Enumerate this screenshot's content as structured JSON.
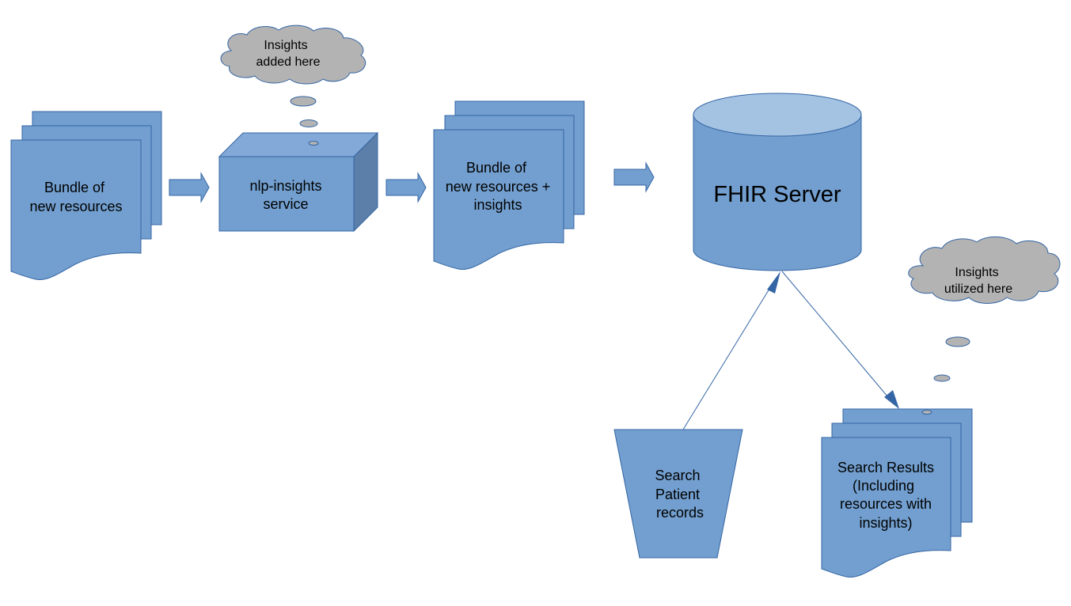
{
  "colors": {
    "shape_fill": "#729fcf",
    "shape_stroke": "#3465a4",
    "box_top": "#83a9d8",
    "box_side": "#5b7fa8",
    "cylinder_top": "#a4c3e3",
    "cloud_fill": "#b3b3b3",
    "cloud_stroke": "#3465a4",
    "connector": "#3465a4"
  },
  "nodes": {
    "input_bundle": {
      "line1": "Bundle of",
      "line2": "new resources"
    },
    "nlp_service": {
      "line1": "nlp-insights",
      "line2": "service"
    },
    "output_bundle": {
      "line1": "Bundle of",
      "line2": "new resources +",
      "line3": "insights"
    },
    "fhir_server": {
      "label": "FHIR Server"
    },
    "search_query": {
      "line1": "Search",
      "line2": "Patient",
      "line3": "records"
    },
    "search_results": {
      "line1": "Search Results",
      "line2": "(Including",
      "line3": "resources with",
      "line4": "insights)"
    }
  },
  "callouts": {
    "insights_added": {
      "line1": "Insights",
      "line2": "added here"
    },
    "insights_utilized": {
      "line1": "Insights",
      "line2": "utilized here"
    }
  }
}
